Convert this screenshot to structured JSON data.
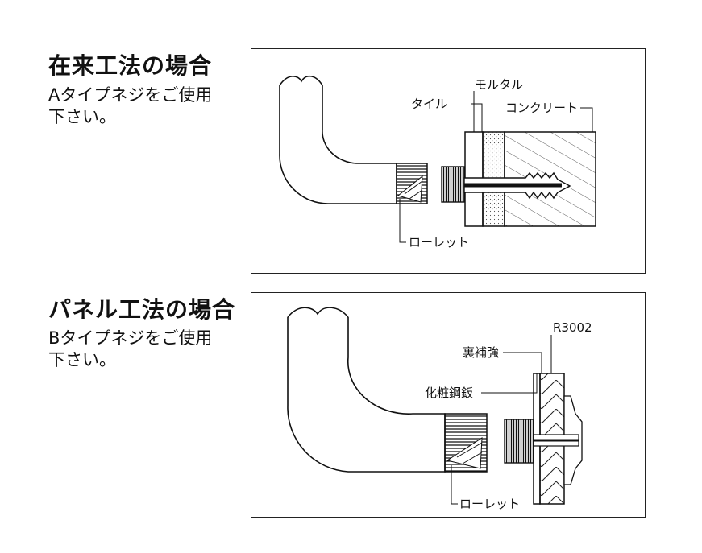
{
  "section1": {
    "title": "在来工法の場合",
    "desc_line1": "Aタイプネジをご使用",
    "desc_line2": "下さい。",
    "labels": {
      "mortar": "モルタル",
      "tile": "タイル",
      "concrete": "コンクリート",
      "knurl": "ローレット"
    }
  },
  "section2": {
    "title": "パネル工法の場合",
    "desc_line1": "Bタイプネジをご使用",
    "desc_line2": "下さい。",
    "labels": {
      "part_no": "R3002",
      "back_reinforcement": "裏補強",
      "decorative_steel_plate": "化粧鋼鈑",
      "knurl": "ローレット"
    }
  }
}
